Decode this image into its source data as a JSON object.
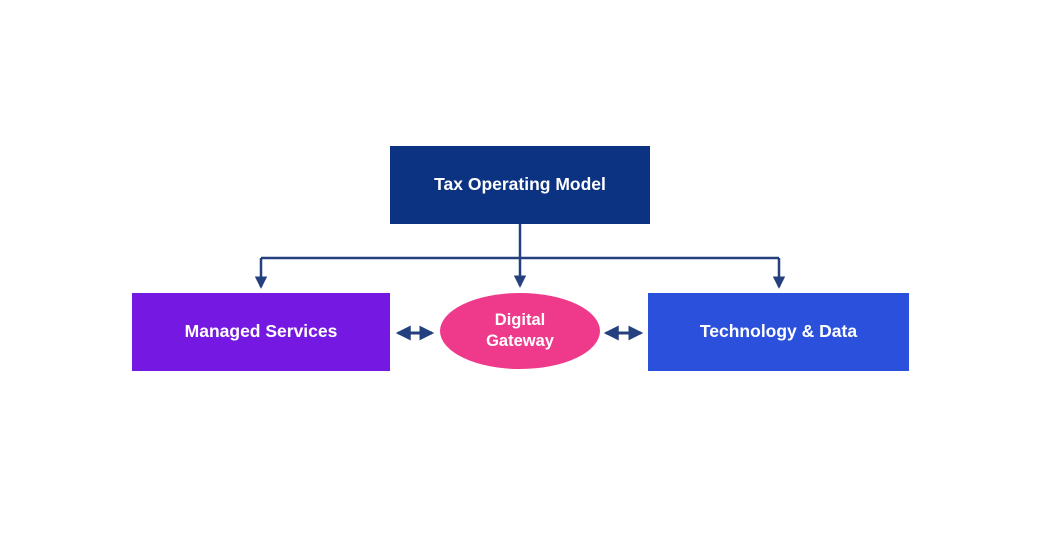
{
  "nodes": {
    "tax_operating_model": {
      "label": "Tax Operating Model",
      "color": "#0c3382",
      "text_color": "#ffffff"
    },
    "managed_services": {
      "label": "Managed Services",
      "color": "#7519e2",
      "text_color": "#ffffff"
    },
    "digital_gateway": {
      "label": "Digital Gateway",
      "color": "#ef3a8c",
      "text_color": "#ffffff",
      "shape": "ellipse"
    },
    "technology_and_data": {
      "label": "Technology & Data",
      "color": "#2b51dc",
      "text_color": "#ffffff"
    }
  },
  "connectors": {
    "color": "#24407e",
    "relations": [
      "Tax Operating Model -> Managed Services",
      "Tax Operating Model -> Digital Gateway",
      "Tax Operating Model -> Technology & Data",
      "Managed Services <-> Digital Gateway",
      "Digital Gateway <-> Technology & Data"
    ]
  },
  "canvas": {
    "background": "#ffffff"
  }
}
